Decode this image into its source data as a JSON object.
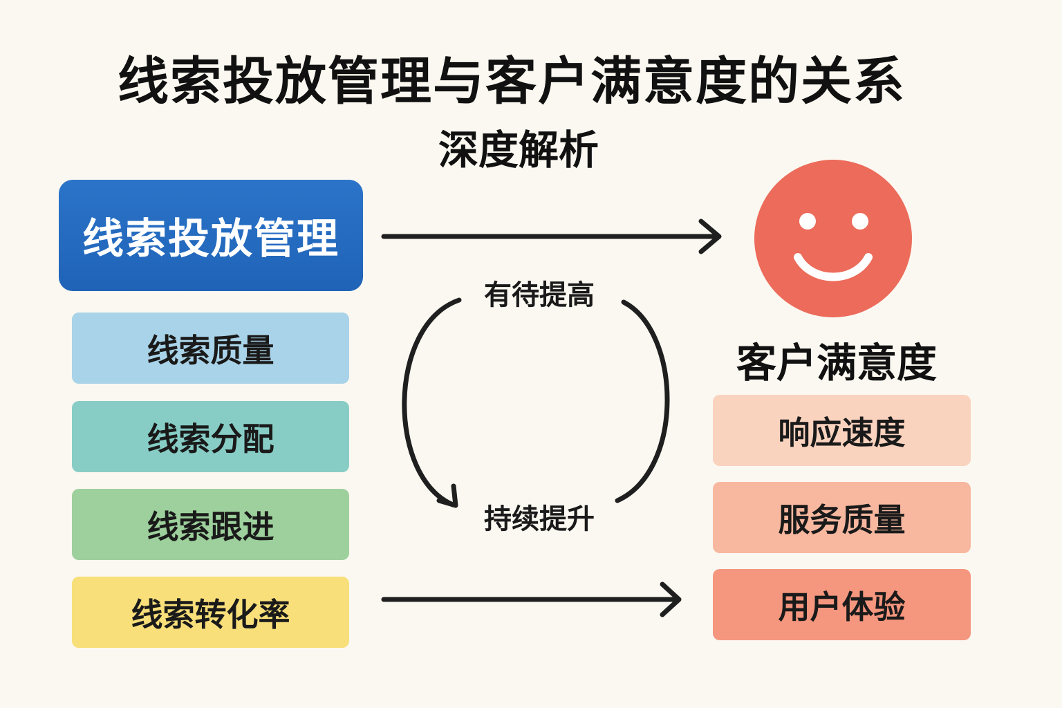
{
  "title": "线索投放管理与客户满意度的关系",
  "subtitle": "深度解析",
  "lead_management": {
    "label": "线索投放管理",
    "color": "#2168bd",
    "factors": [
      {
        "label": "线索质量",
        "color": "#a9d3e8"
      },
      {
        "label": "线索分配",
        "color": "#87cdc6"
      },
      {
        "label": "线索跟进",
        "color": "#9dd09c"
      },
      {
        "label": "线索转化率",
        "color": "#f8df7a"
      }
    ]
  },
  "cycle": {
    "top_label": "有待提高",
    "bottom_label": "持续提升"
  },
  "customer_satisfaction": {
    "label": "客户满意度",
    "icon": "smiley-face-icon",
    "icon_color": "#ec6b5a",
    "metrics": [
      {
        "label": "响应速度",
        "color": "#fad3bf"
      },
      {
        "label": "服务质量",
        "color": "#f8b8a0"
      },
      {
        "label": "用户体验",
        "color": "#f5967e"
      }
    ]
  }
}
